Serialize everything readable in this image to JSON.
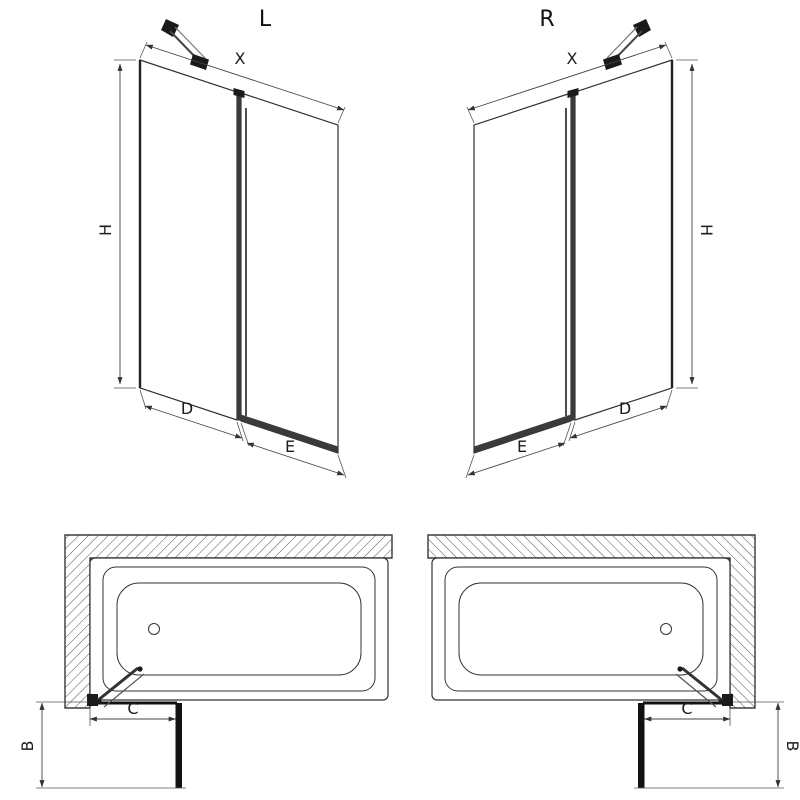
{
  "drawing": {
    "elevation_left": {
      "title": "L",
      "width_label": "X",
      "height_label": "H",
      "fixed_panel_label": "D",
      "door_panel_label": "E"
    },
    "elevation_right": {
      "title": "R",
      "width_label": "X",
      "height_label": "H",
      "fixed_panel_label": "D",
      "door_panel_label": "E"
    },
    "plan_left": {
      "width_label": "C",
      "projection_label": "B"
    },
    "plan_right": {
      "width_label": "C",
      "projection_label": "B"
    }
  },
  "colors": {
    "line": "#333333",
    "dark_fill": "#111111",
    "dimension": "#444444",
    "hatch": "#555555",
    "background": "#ffffff"
  }
}
